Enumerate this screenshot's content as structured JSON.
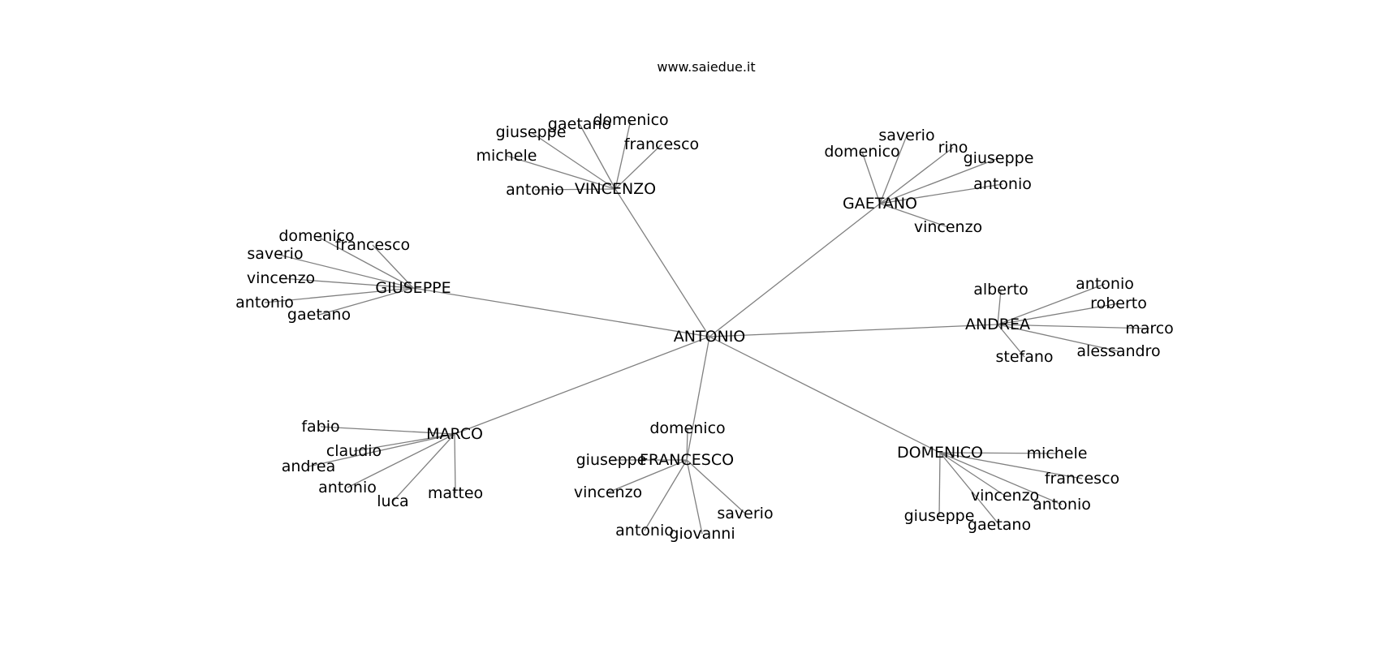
{
  "header": {
    "site_url": "www.saiedue.it"
  },
  "graph": {
    "root": "ANTONIO",
    "groups": [
      {
        "id": "vincenzo",
        "label": "VINCENZO",
        "children": [
          "michele",
          "giuseppe",
          "gaetano",
          "domenico",
          "francesco",
          "antonio"
        ]
      },
      {
        "id": "gaetano",
        "label": "GAETANO",
        "children": [
          "domenico",
          "saverio",
          "rino",
          "giuseppe",
          "antonio",
          "vincenzo"
        ]
      },
      {
        "id": "giuseppe",
        "label": "GIUSEPPE",
        "children": [
          "domenico",
          "francesco",
          "saverio",
          "vincenzo",
          "antonio",
          "gaetano"
        ]
      },
      {
        "id": "andrea",
        "label": "ANDREA",
        "children": [
          "alberto",
          "antonio",
          "roberto",
          "marco",
          "alessandro",
          "stefano"
        ]
      },
      {
        "id": "marco",
        "label": "MARCO",
        "children": [
          "fabio",
          "claudio",
          "andrea",
          "antonio",
          "luca",
          "matteo"
        ]
      },
      {
        "id": "francesco",
        "label": "FRANCESCO",
        "children": [
          "domenico",
          "giuseppe",
          "vincenzo",
          "antonio",
          "giovanni",
          "saverio"
        ]
      },
      {
        "id": "domenico",
        "label": "DOMENICO",
        "children": [
          "michele",
          "francesco",
          "vincenzo",
          "antonio",
          "giuseppe",
          "gaetano"
        ]
      }
    ],
    "colors": {
      "edge": "#808080",
      "text": "#000000",
      "background": "#ffffff"
    }
  }
}
